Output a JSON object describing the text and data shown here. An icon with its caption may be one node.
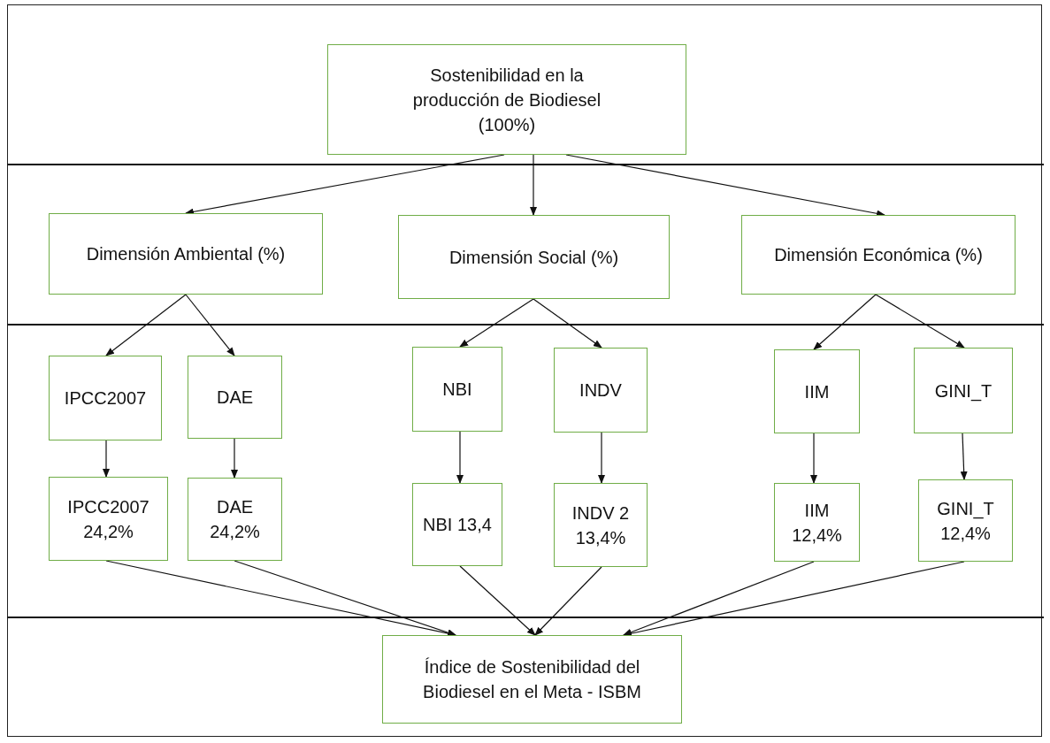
{
  "diagram": {
    "nodes": [
      {
        "text": [
          "Sostenibilidad en la producción de Biodiesel (100%)"
        ]
      },
      {
        "text": [
          "Dimensión Ambiental (%)"
        ]
      },
      {
        "text": [
          "Dimensión Social (%)"
        ]
      },
      {
        "text": [
          "Dimensión Económica (%)"
        ]
      },
      {
        "text": [
          "IPCC2007"
        ]
      },
      {
        "text": [
          "DAE"
        ]
      },
      {
        "text": [
          "NBI"
        ]
      },
      {
        "text": [
          "INDV"
        ]
      },
      {
        "text": [
          "IIM"
        ]
      },
      {
        "text": [
          "GINI_T"
        ]
      },
      {
        "text": [
          "IPCC2007 24,2%"
        ]
      },
      {
        "text": [
          "DAE 24,2%"
        ]
      },
      {
        "text": [
          "NBI 13,4"
        ]
      },
      {
        "text": [
          "INDV 2 13,4%"
        ]
      },
      {
        "text": [
          "IIM 12,4%"
        ]
      },
      {
        "text": [
          "GINI_T 12,4%"
        ]
      },
      {
        "text": [
          "Índice de Sostenibilidad del Biodiesel en el Meta - ISBM"
        ]
      }
    ],
    "edges": [
      {
        "from": 0,
        "to": 1,
        "arrow": "to"
      },
      {
        "from": 0,
        "to": 2,
        "arrow": "to"
      },
      {
        "from": 0,
        "to": 3,
        "arrow": "to"
      },
      {
        "from": 1,
        "to": 4,
        "arrow": "to"
      },
      {
        "from": 1,
        "to": 5,
        "arrow": "to"
      },
      {
        "from": 2,
        "to": 6,
        "arrow": "to"
      },
      {
        "from": 2,
        "to": 7,
        "arrow": "to"
      },
      {
        "from": 3,
        "to": 8,
        "arrow": "to"
      },
      {
        "from": 3,
        "to": 9,
        "arrow": "to"
      },
      {
        "from": 4,
        "to": 10,
        "arrow": "to"
      },
      {
        "from": 5,
        "to": 11,
        "arrow": "to"
      },
      {
        "from": 6,
        "to": 12,
        "arrow": "to"
      },
      {
        "from": 7,
        "to": 13,
        "arrow": "to"
      },
      {
        "from": 8,
        "to": 14,
        "arrow": "to"
      },
      {
        "from": 9,
        "to": 15,
        "arrow": "to"
      },
      {
        "from": 10,
        "to": 16,
        "arrow": "to"
      },
      {
        "from": 11,
        "to": 16,
        "arrow": "to"
      },
      {
        "from": 12,
        "to": 16,
        "arrow": "to"
      },
      {
        "from": 13,
        "to": 16,
        "arrow": "to"
      },
      {
        "from": 14,
        "to": 16,
        "arrow": "to"
      },
      {
        "from": 15,
        "to": 16,
        "arrow": "to"
      }
    ]
  }
}
